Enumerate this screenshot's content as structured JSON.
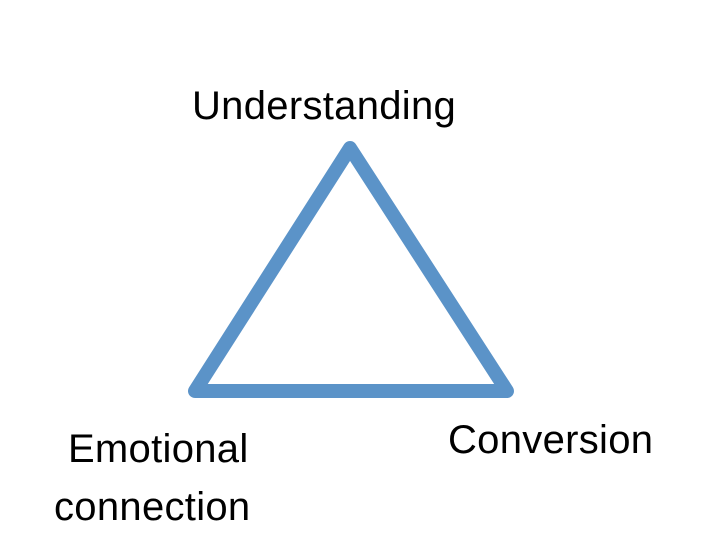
{
  "diagram": {
    "type": "triangle",
    "stroke_color": "#5b93c8",
    "fill_color": "#ffffff",
    "vertices": {
      "top": "Understanding",
      "bottom_left": [
        "Emotional",
        "connection"
      ],
      "bottom_right": "Conversion"
    }
  }
}
